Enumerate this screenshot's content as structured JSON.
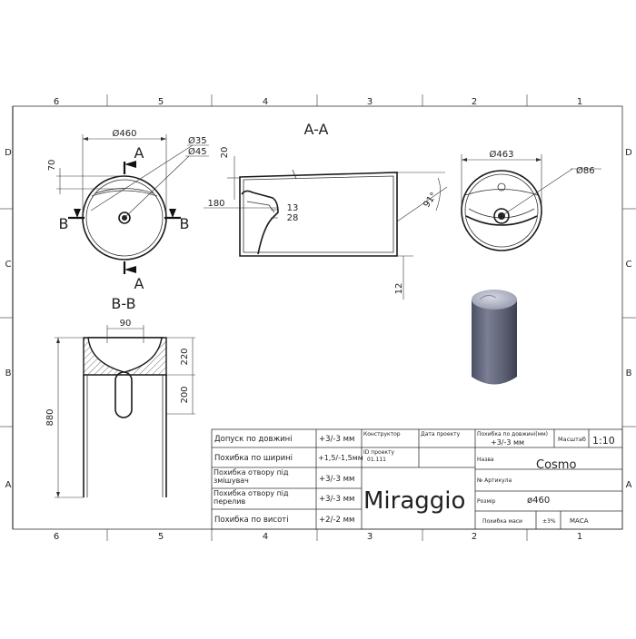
{
  "frame": {
    "col_labels": [
      "6",
      "5",
      "4",
      "3",
      "2",
      "1"
    ],
    "row_labels": [
      "D",
      "C",
      "B",
      "A"
    ]
  },
  "top_view": {
    "label_a_top": "A",
    "label_a_bottom": "A",
    "label_b_left": "B",
    "label_b_right": "B",
    "dim_width": "Ø460",
    "dim_hole_small": "Ø35",
    "dim_hole_large": "Ø45",
    "dim_70": "70"
  },
  "section_aa": {
    "title": "A-A",
    "dim_20": "20",
    "dim_180": "180",
    "dim_13": "13",
    "dim_28": "28",
    "dim_angle": "91°",
    "dim_12": "12"
  },
  "top_view_2": {
    "dim_width": "Ø463",
    "dim_hole": "Ø86"
  },
  "section_bb": {
    "title": "B-B",
    "dim_90": "90",
    "dim_220": "220",
    "dim_200": "200",
    "dim_880": "880"
  },
  "render": {
    "body_color": "#6e7388",
    "top_color": "#b9bdcc"
  },
  "title_block": {
    "rows": [
      {
        "label": "Допуск по довжині",
        "value": "+3/-3 мм"
      },
      {
        "label": "Похибка по ширині",
        "value": "+1,5/-1,5мм"
      },
      {
        "label": "Похибка отвору під змішувач",
        "value": "+3/-3 мм"
      },
      {
        "label": "Похибка отвору під перелив",
        "value": "+3/-3 мм"
      },
      {
        "label": "Похибка по висоті",
        "value": "+2/-2 мм"
      }
    ],
    "constructor_label": "Конструктор",
    "date_label": "Дата проекту",
    "project_id_label": "ID проекту",
    "project_id_value": "01.111",
    "length_tol_label": "Похибка по довжині(мм)",
    "length_tol_value": "+3/-3 мм",
    "scale_label": "Масштаб",
    "scale_value": "1:10",
    "name_label": "Назва",
    "name_value": "Cosmo",
    "article_label": "№ Артикула",
    "size_label": "Розмір",
    "size_value": "ø460",
    "brand": "Miraggio",
    "mass_tol_label": "Похибка маси",
    "mass_tol_value": "±3%",
    "mass_label": "МАСА"
  }
}
